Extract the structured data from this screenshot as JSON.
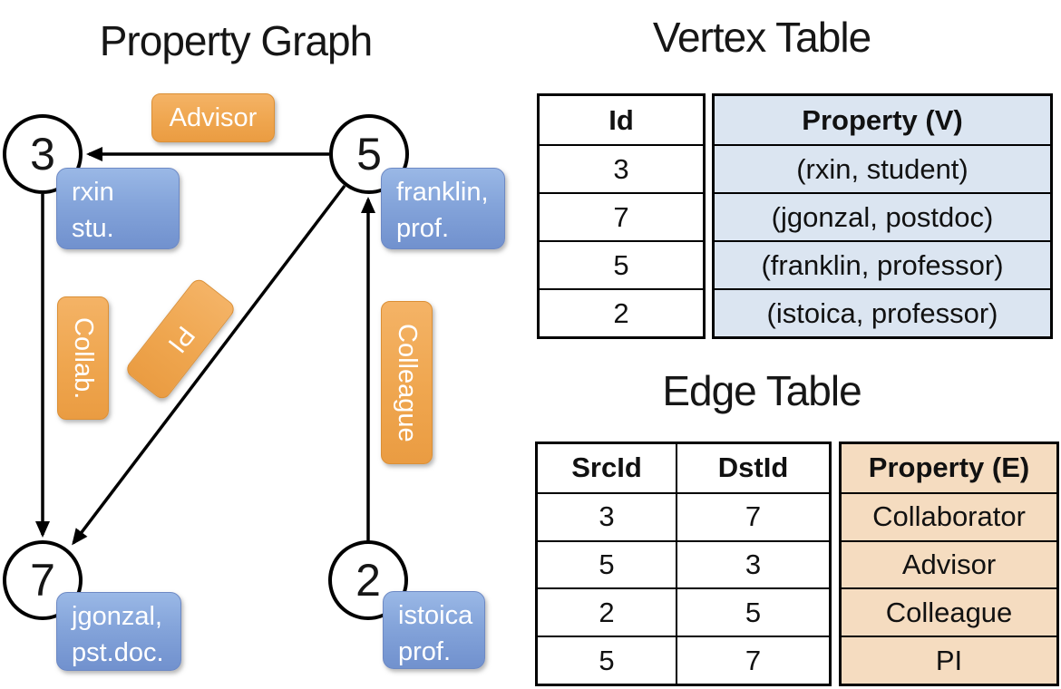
{
  "colors": {
    "orange_box": "#EFA64F",
    "blue_box": "#84A4DA",
    "vertex_cell_bg": "#DBE5F1",
    "edge_cell_bg": "#F5DCC0",
    "line": "#000000"
  },
  "graph": {
    "title": "Property Graph",
    "nodes": [
      {
        "id": "3",
        "property_line1": "rxin",
        "property_line2": "stu."
      },
      {
        "id": "5",
        "property_line1": "franklin,",
        "property_line2": "prof."
      },
      {
        "id": "7",
        "property_line1": "jgonzal,",
        "property_line2": "pst.doc."
      },
      {
        "id": "2",
        "property_line1": "istoica",
        "property_line2": "prof."
      }
    ],
    "edge_labels": [
      {
        "label": "Advisor"
      },
      {
        "label": "Collab."
      },
      {
        "label": "PI"
      },
      {
        "label": "Colleague"
      }
    ]
  },
  "vertex_table": {
    "title": "Vertex Table",
    "columns": [
      "Id",
      "Property (V)"
    ],
    "rows": [
      {
        "id": "3",
        "property": "(rxin, student)"
      },
      {
        "id": "7",
        "property": "(jgonzal, postdoc)"
      },
      {
        "id": "5",
        "property": "(franklin, professor)"
      },
      {
        "id": "2",
        "property": "(istoica, professor)"
      }
    ]
  },
  "edge_table": {
    "title": "Edge Table",
    "columns": [
      "SrcId",
      "DstId",
      "Property (E)"
    ],
    "rows": [
      {
        "src": "3",
        "dst": "7",
        "property": "Collaborator"
      },
      {
        "src": "5",
        "dst": "3",
        "property": "Advisor"
      },
      {
        "src": "2",
        "dst": "5",
        "property": "Colleague"
      },
      {
        "src": "5",
        "dst": "7",
        "property": "PI"
      }
    ]
  }
}
